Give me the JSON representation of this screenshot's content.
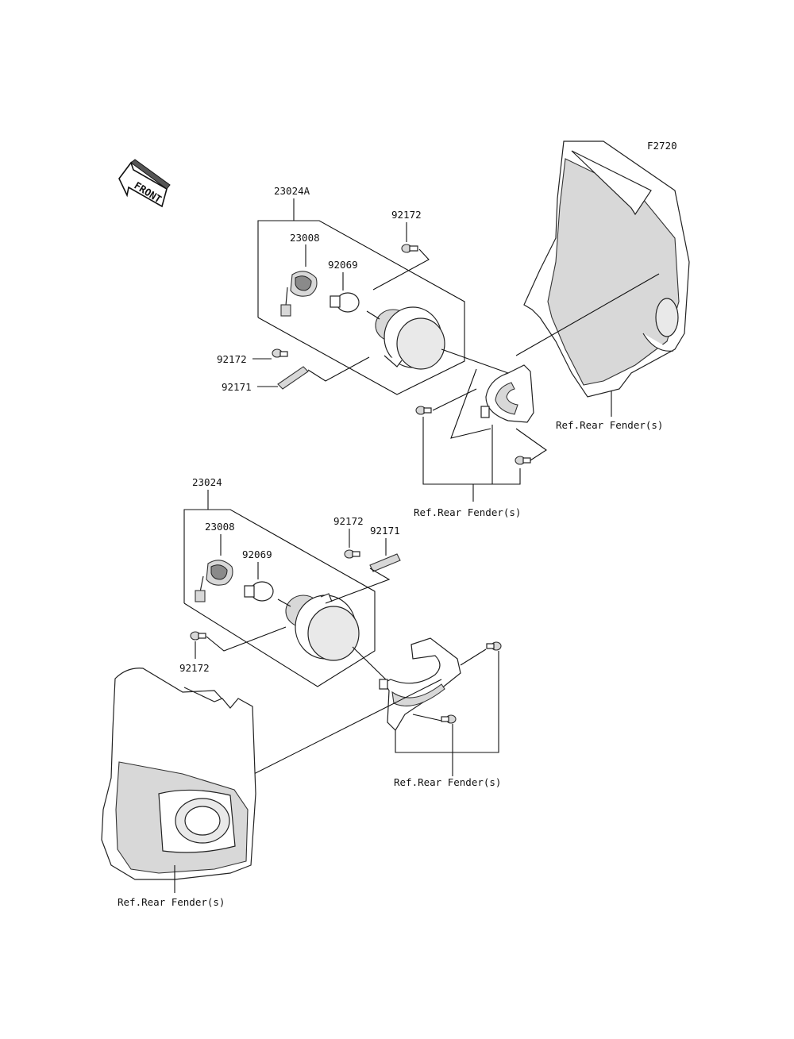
{
  "figure_id": "F2720",
  "front_label": "FRONT",
  "labels": {
    "assy_left": "23024A",
    "assy_right": "23024",
    "socket": "23008",
    "bulb": "92069",
    "screw": "92172",
    "band": "92171",
    "ref_fender": "Ref.Rear Fender(s)"
  }
}
